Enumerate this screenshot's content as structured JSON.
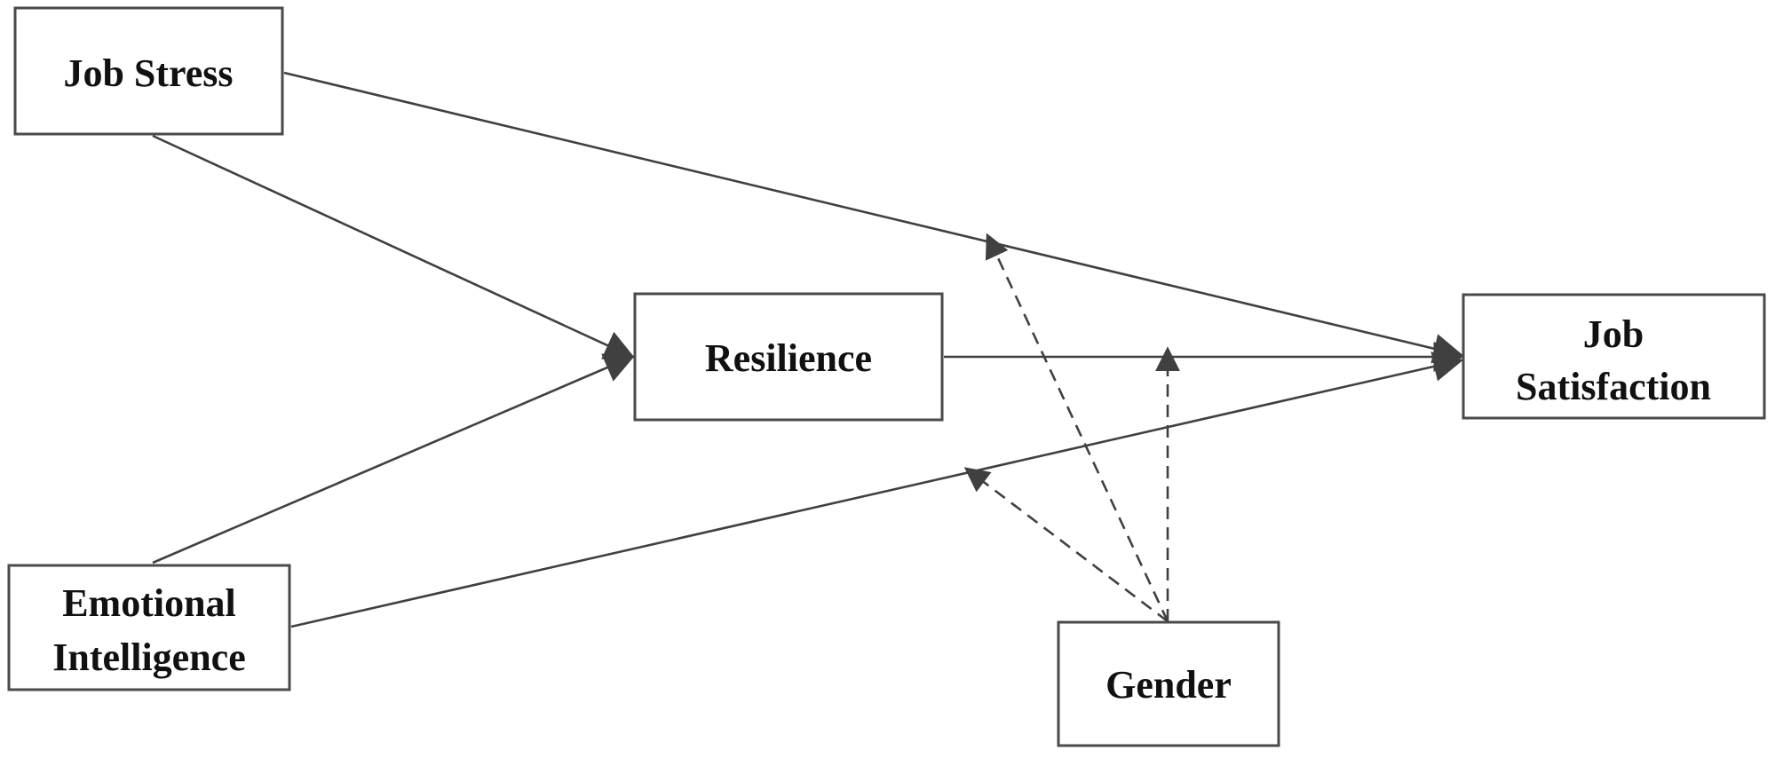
{
  "diagram": {
    "nodes": {
      "job_stress": {
        "lines": [
          "Job Stress"
        ]
      },
      "resilience": {
        "lines": [
          "Resilience"
        ]
      },
      "job_satisfaction": {
        "lines": [
          "Job",
          "Satisfaction"
        ]
      },
      "emotional_intelligence": {
        "lines": [
          "Emotional",
          "Intelligence"
        ]
      },
      "gender": {
        "lines": [
          "Gender"
        ]
      }
    },
    "edges": [
      {
        "from": "job_stress",
        "to": "resilience",
        "style": "solid"
      },
      {
        "from": "emotional_intelligence",
        "to": "resilience",
        "style": "solid"
      },
      {
        "from": "job_stress",
        "to": "job_satisfaction",
        "style": "solid"
      },
      {
        "from": "resilience",
        "to": "job_satisfaction",
        "style": "solid"
      },
      {
        "from": "emotional_intelligence",
        "to": "job_satisfaction",
        "style": "solid"
      },
      {
        "from": "gender",
        "to": "job_stress->job_satisfaction",
        "style": "dashed"
      },
      {
        "from": "gender",
        "to": "resilience->job_satisfaction",
        "style": "dashed"
      },
      {
        "from": "gender",
        "to": "emotional_intelligence->job_satisfaction",
        "style": "dashed"
      }
    ],
    "colors": {
      "line": "#404040",
      "box_border": "#4a4a4a",
      "text": "#111111"
    }
  }
}
